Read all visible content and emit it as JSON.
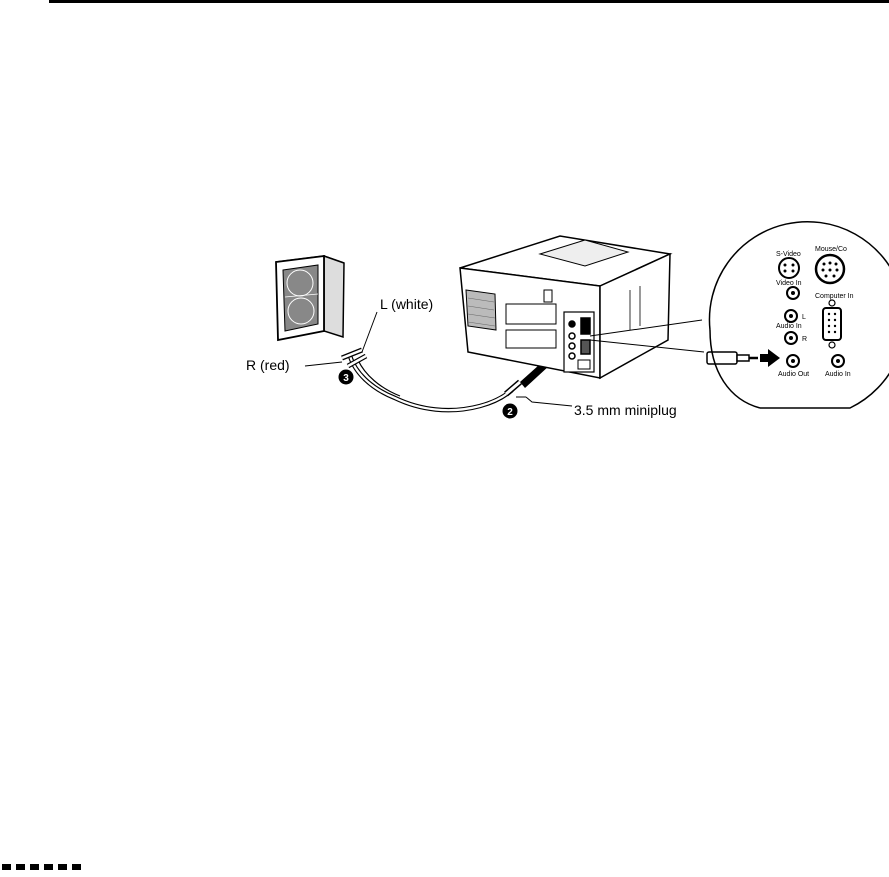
{
  "illustration": {
    "callouts": {
      "left_channel": "L (white)",
      "right_channel": "R (red)",
      "miniplug": "3.5 mm miniplug"
    },
    "steps": {
      "step_cable": "2",
      "step_speaker": "3"
    },
    "port_panel": {
      "svideo": "S-Video",
      "mouse": "Mouse/Co",
      "video_in": "Video In",
      "computer_in": "Computer In",
      "channel_l": "L",
      "audio_in_label": "Audio In",
      "channel_r": "R",
      "audio_out": "Audio Out",
      "audio_in_2": "Audio In"
    }
  },
  "footer": {
    "mark_count": 6
  }
}
